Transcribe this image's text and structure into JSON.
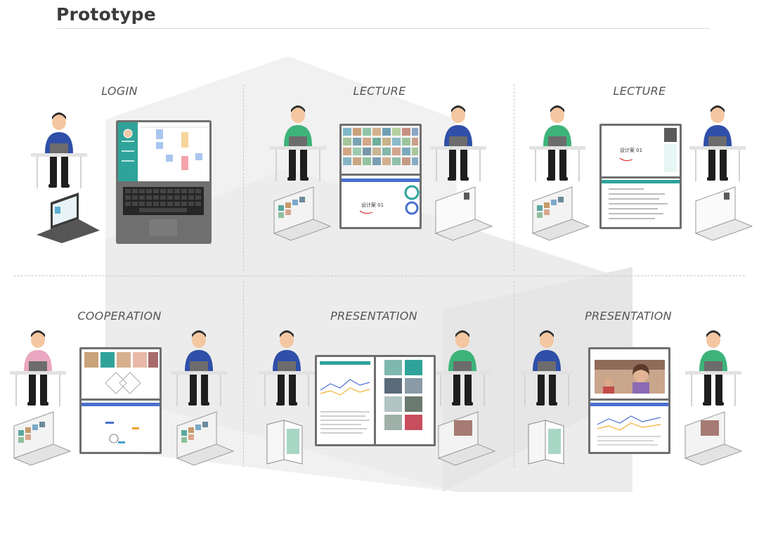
{
  "page": {
    "title": "Prototype"
  },
  "scenes": [
    {
      "id": "login",
      "label": "LOGIN"
    },
    {
      "id": "lecture-1",
      "label": "LECTURE"
    },
    {
      "id": "lecture-2",
      "label": "LECTURE"
    },
    {
      "id": "cooperation",
      "label": "COOPERATION"
    },
    {
      "id": "presentation-1",
      "label": "PRESENTATION"
    },
    {
      "id": "presentation-2",
      "label": "PRESENTATION"
    }
  ],
  "screen_text": {
    "lecture_slide_title": "设计案 01",
    "lecture2_slide_title": "设计案 01"
  },
  "colors": {
    "teal": "#2fa39a",
    "blue_shirt": "#2f4fa8",
    "green_shirt": "#3db37a",
    "pink_shirt": "#e9a8c0",
    "device_frame": "#6b6b6b",
    "toolbar_blue": "#4a6fd0"
  }
}
